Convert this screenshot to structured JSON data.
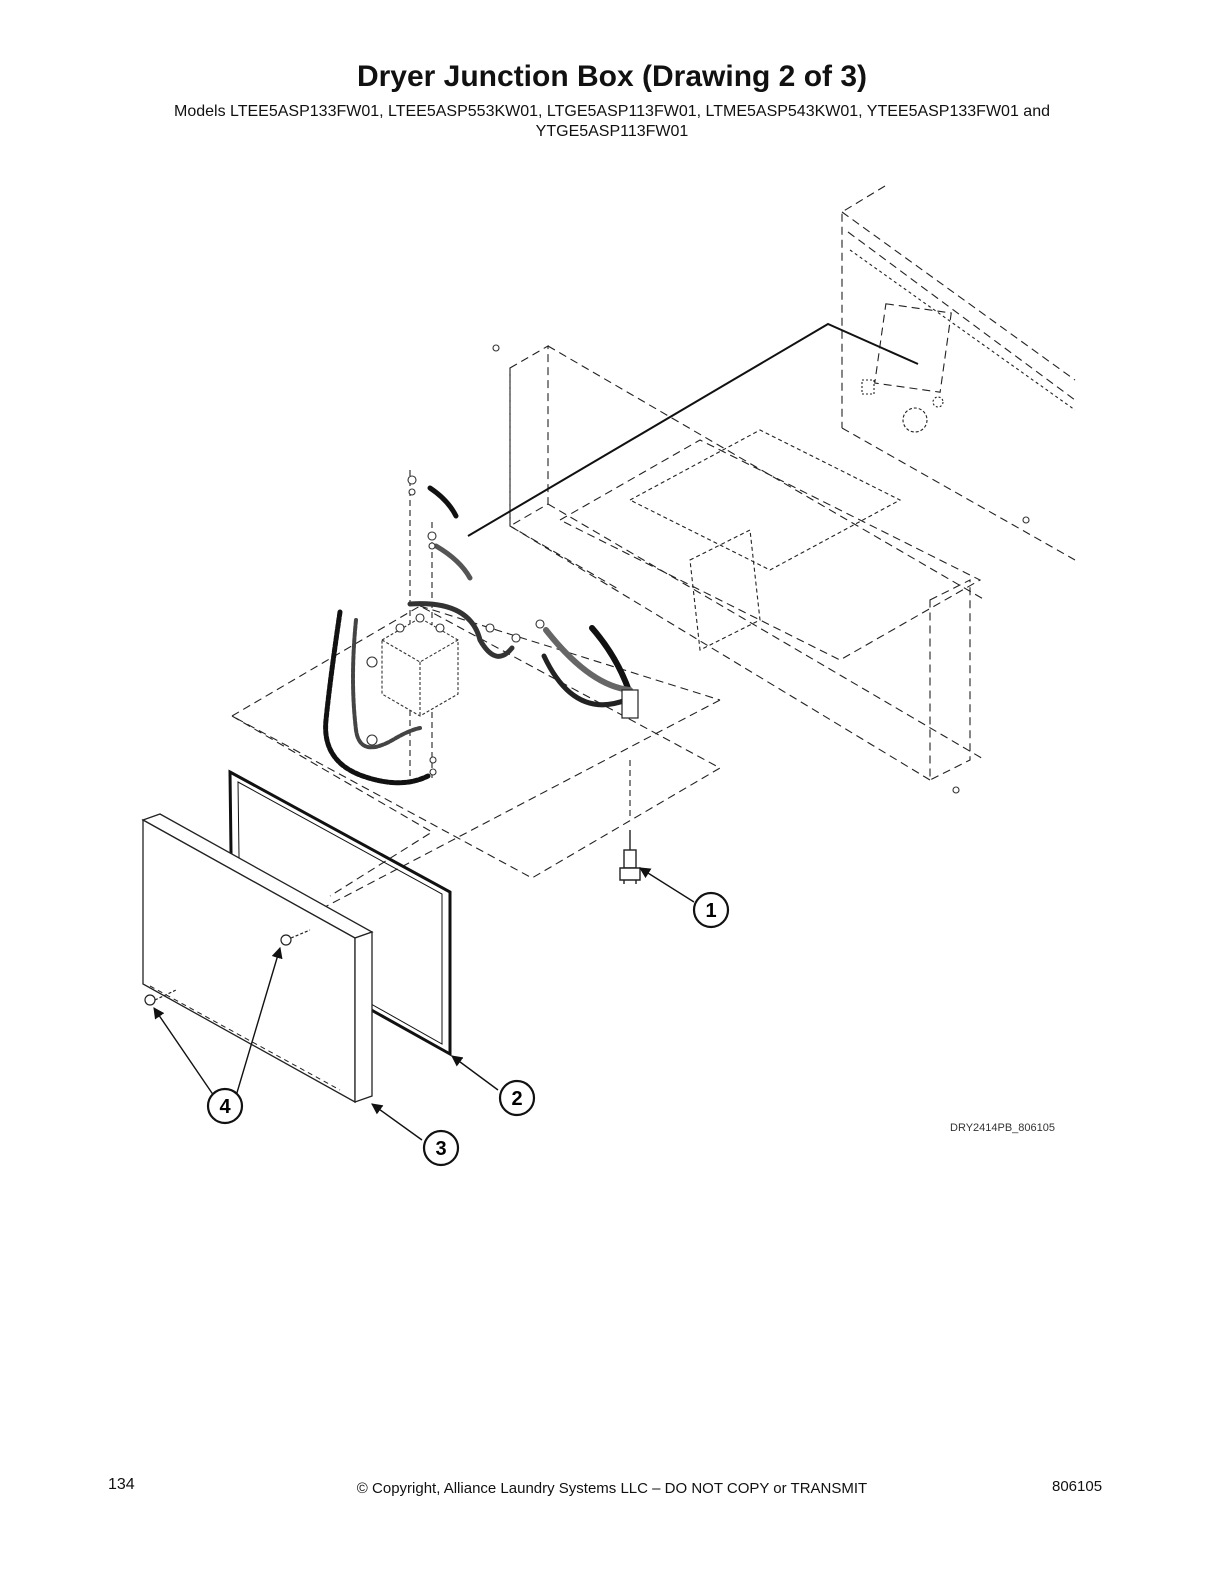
{
  "page": {
    "title": "Dryer Junction Box (Drawing 2 of 3)",
    "models_line1": "Models LTEE5ASP133FW01, LTEE5ASP553KW01, LTGE5ASP113FW01, LTME5ASP543KW01, YTEE5ASP133FW01 and",
    "models_line2": "YTGE5ASP113FW01",
    "drawing_id": "DRY2414PB_806105",
    "page_number": "134",
    "copyright": "© Copyright, Alliance Laundry Systems LLC – DO NOT COPY or TRANSMIT",
    "doc_number": "806105"
  },
  "callouts": [
    {
      "id": "1"
    },
    {
      "id": "2"
    },
    {
      "id": "3"
    },
    {
      "id": "4"
    }
  ]
}
